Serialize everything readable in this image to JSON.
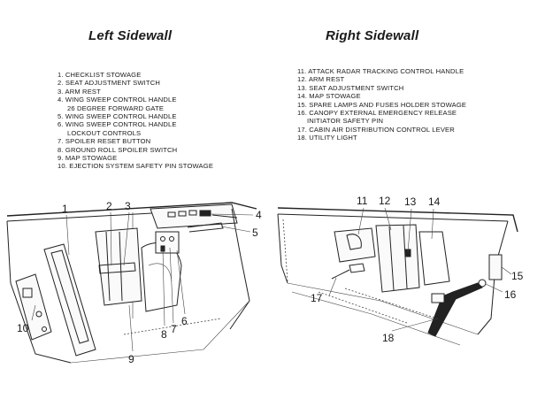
{
  "left": {
    "title": "Left Sidewall",
    "items": [
      {
        "text": "1. CHECKLIST STOWAGE"
      },
      {
        "text": "2. SEAT ADJUSTMENT SWITCH"
      },
      {
        "text": "3. ARM REST"
      },
      {
        "text": "4. WING SWEEP CONTROL HANDLE",
        "cont": "26 DEGREE FORWARD GATE"
      },
      {
        "text": "5. WING SWEEP CONTROL HANDLE"
      },
      {
        "text": "6. WING SWEEP CONTROL HANDLE",
        "cont": "LOCKOUT CONTROLS"
      },
      {
        "text": "7. SPOILER RESET BUTTON"
      },
      {
        "text": "8. GROUND ROLL SPOILER SWITCH"
      },
      {
        "text": "9. MAP STOWAGE"
      },
      {
        "text": "10. EJECTION SYSTEM SAFETY PIN STOWAGE"
      }
    ],
    "callouts": [
      "1",
      "2",
      "3",
      "4",
      "5",
      "6",
      "7",
      "8",
      "9",
      "10"
    ]
  },
  "right": {
    "title": "Right Sidewall",
    "items": [
      {
        "text": "11. ATTACK RADAR TRACKING CONTROL HANDLE"
      },
      {
        "text": "12. ARM REST"
      },
      {
        "text": "13. SEAT ADJUSTMENT SWITCH"
      },
      {
        "text": "14. MAP STOWAGE"
      },
      {
        "text": "15. SPARE LAMPS AND FUSES HOLDER STOWAGE"
      },
      {
        "text": "16. CANOPY EXTERNAL EMERGENCY RELEASE",
        "cont": "INITIATOR SAFETY PIN"
      },
      {
        "text": "17. CABIN AIR DISTRIBUTION CONTROL LEVER"
      },
      {
        "text": "18. UTILITY LIGHT"
      }
    ],
    "callouts": [
      "11",
      "12",
      "13",
      "14",
      "15",
      "16",
      "17",
      "18"
    ]
  }
}
